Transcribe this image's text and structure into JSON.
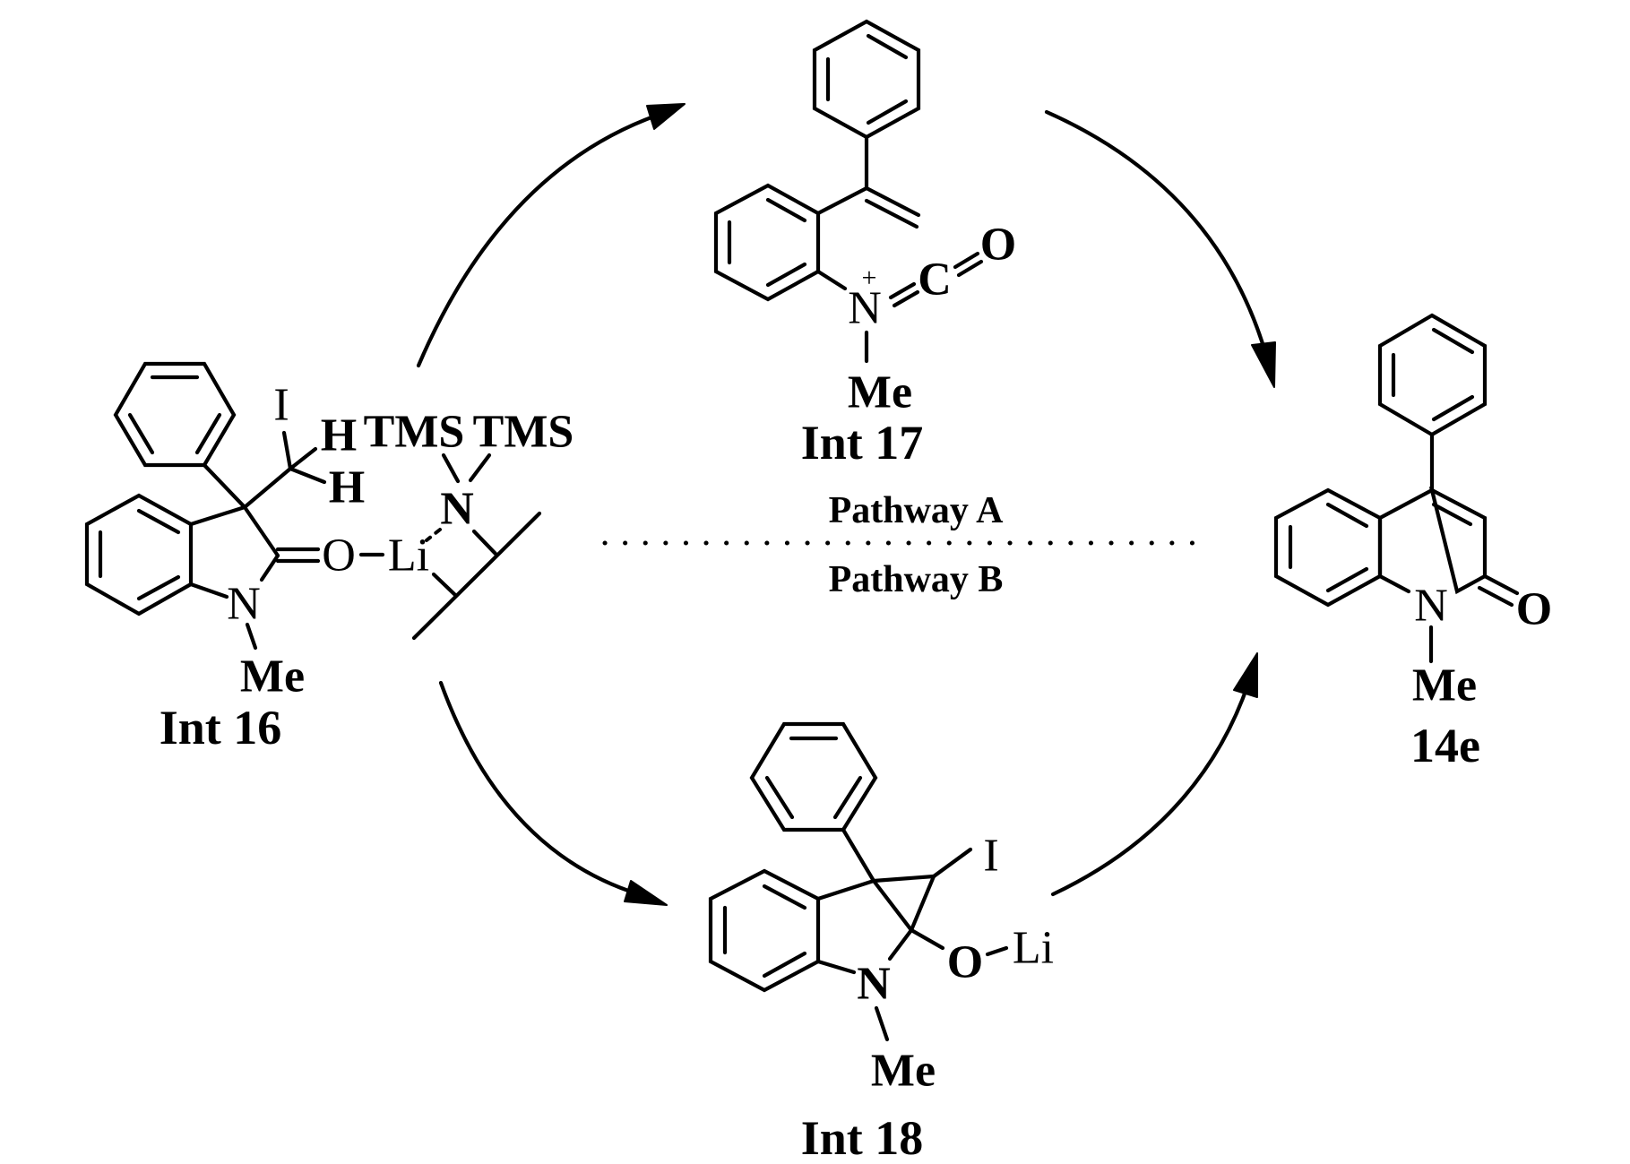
{
  "scheme": {
    "title": "Proposed mechanism: Int 16 to 14e via Pathway A (Int 17) or Pathway B (Int 18)",
    "pathways": {
      "a_label": "Pathway A",
      "b_label": "Pathway B"
    },
    "int16": {
      "label": "Int 16",
      "atoms": {
        "iodine": "I",
        "h1": "H",
        "h2": "H",
        "oxygen": "O",
        "o_li_dash": "–",
        "lithium": "Li",
        "nitrogen": "N",
        "methyl": "Me",
        "amide_nitrogen": "N",
        "tms1": "TMS",
        "tms2": "TMS"
      }
    },
    "int17": {
      "label": "Int 17",
      "atoms": {
        "nitrogen": "N",
        "charge": "+",
        "carbon": "C",
        "oxygen": "O",
        "methyl": "Me"
      }
    },
    "int18": {
      "label": "Int 18",
      "atoms": {
        "iodine": "I",
        "oxygen": "O",
        "o_li_dash": "–",
        "lithium": "Li",
        "nitrogen": "N",
        "methyl": "Me"
      }
    },
    "product": {
      "label": "14e",
      "atoms": {
        "nitrogen": "N",
        "oxygen": "O",
        "methyl": "Me"
      }
    }
  }
}
